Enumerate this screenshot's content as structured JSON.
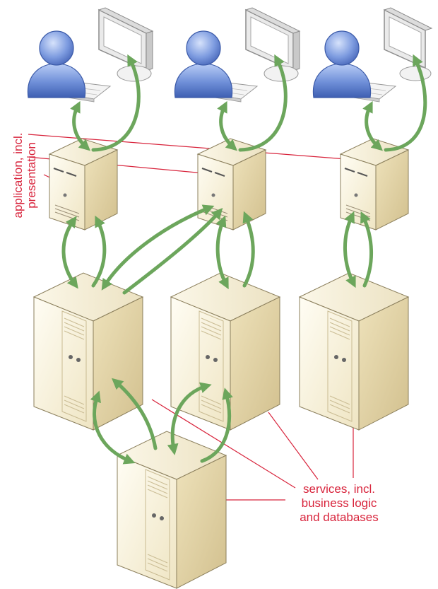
{
  "labels": {
    "application_line1": "application, incl.",
    "application_line2": "presentation",
    "services_line1": "services, incl.",
    "services_line2": "business logic",
    "services_line3": "and databases"
  },
  "colors": {
    "annotation": "#d8243c",
    "arrow": "#6ca65c",
    "user": "#6f8fd8",
    "server": "#f6efd6"
  },
  "icons": {
    "user": "user-icon",
    "monitor": "monitor-icon",
    "keyboard": "keyboard-icon",
    "app_server": "app-server-icon",
    "service_server": "service-server-icon"
  }
}
